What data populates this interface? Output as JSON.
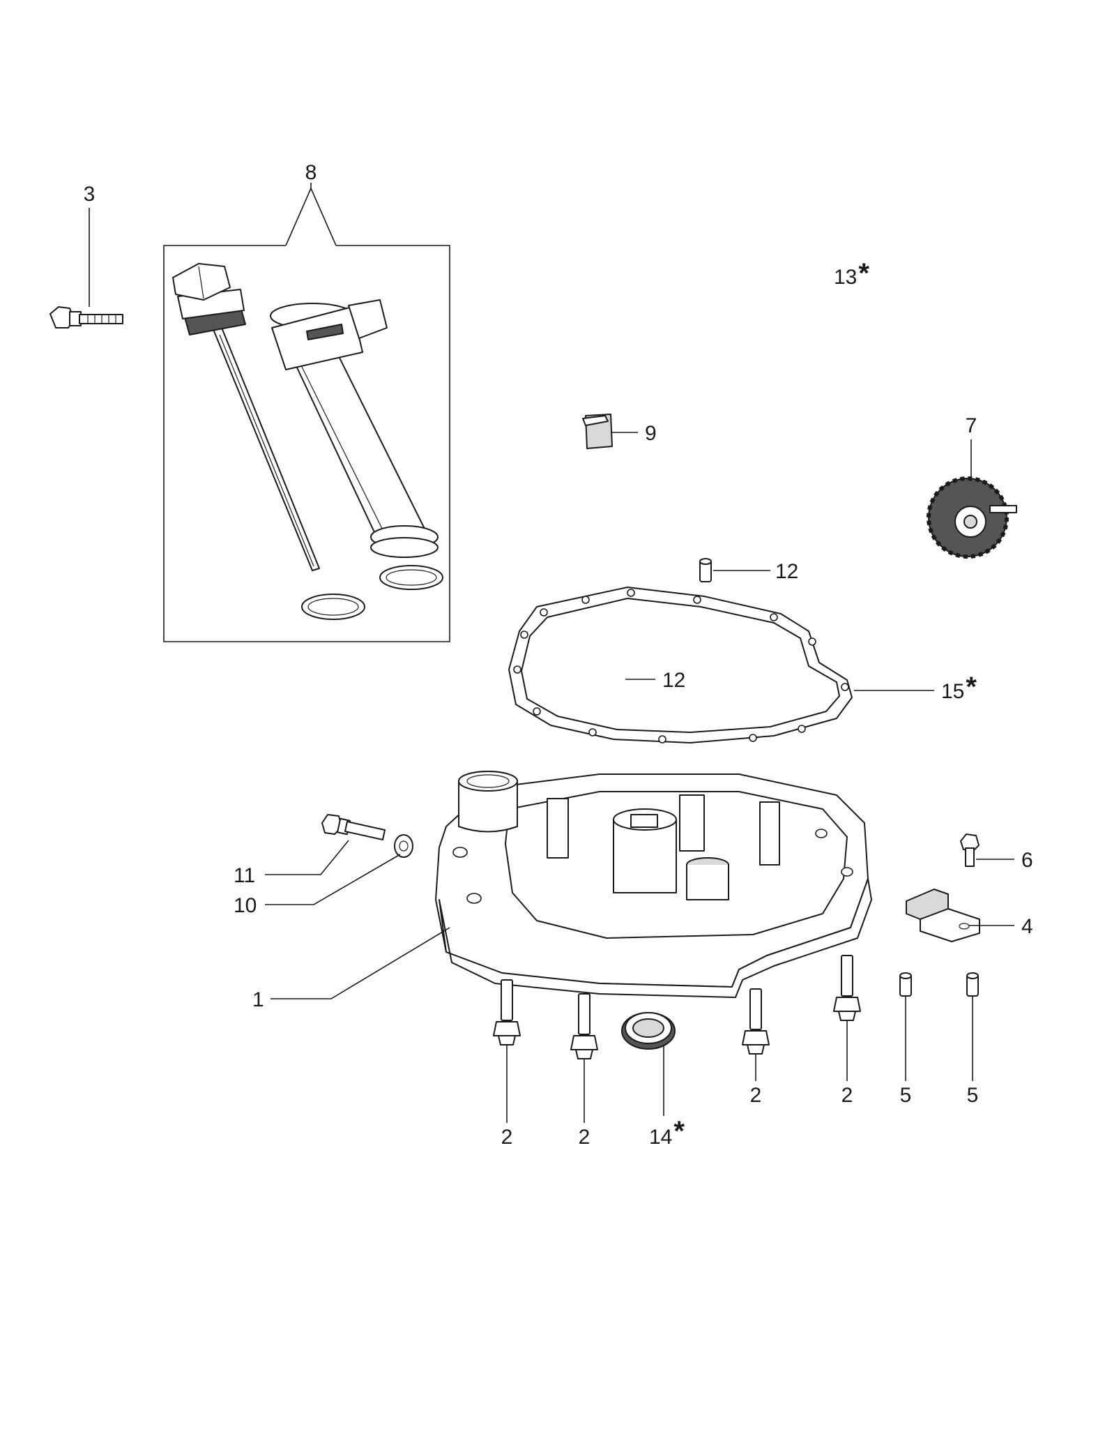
{
  "callouts": {
    "c1": "1",
    "c2a": "2",
    "c2b": "2",
    "c2c": "2",
    "c2d": "2",
    "c3": "3",
    "c4": "4",
    "c5a": "5",
    "c5b": "5",
    "c6": "6",
    "c7": "7",
    "c8": "8",
    "c9": "9",
    "c10": "10",
    "c11": "11",
    "c12a": "12",
    "c12b": "12",
    "c13": "13",
    "c14": "14",
    "c15": "15"
  },
  "marker": "*",
  "icons": [
    "crankcase-cover",
    "flange-bolt",
    "oil-dipstick",
    "oil-fill-tube",
    "gasket",
    "dowel-pin",
    "governor-gear",
    "oil-seal",
    "washer",
    "bracket",
    "key"
  ]
}
